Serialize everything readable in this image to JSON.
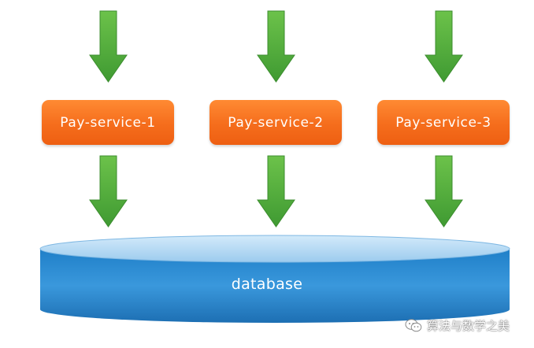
{
  "services": [
    {
      "label": "Pay-service-1"
    },
    {
      "label": "Pay-service-2"
    },
    {
      "label": "Pay-service-3"
    }
  ],
  "database": {
    "label": "database"
  },
  "watermark": {
    "text": "算法与数学之美",
    "icon": "wechat-icon"
  },
  "colors": {
    "arrow": "#4aa83a",
    "service_box": "#f56d1c",
    "database": "#2f8fd2",
    "database_top": "#a9d4f1"
  }
}
